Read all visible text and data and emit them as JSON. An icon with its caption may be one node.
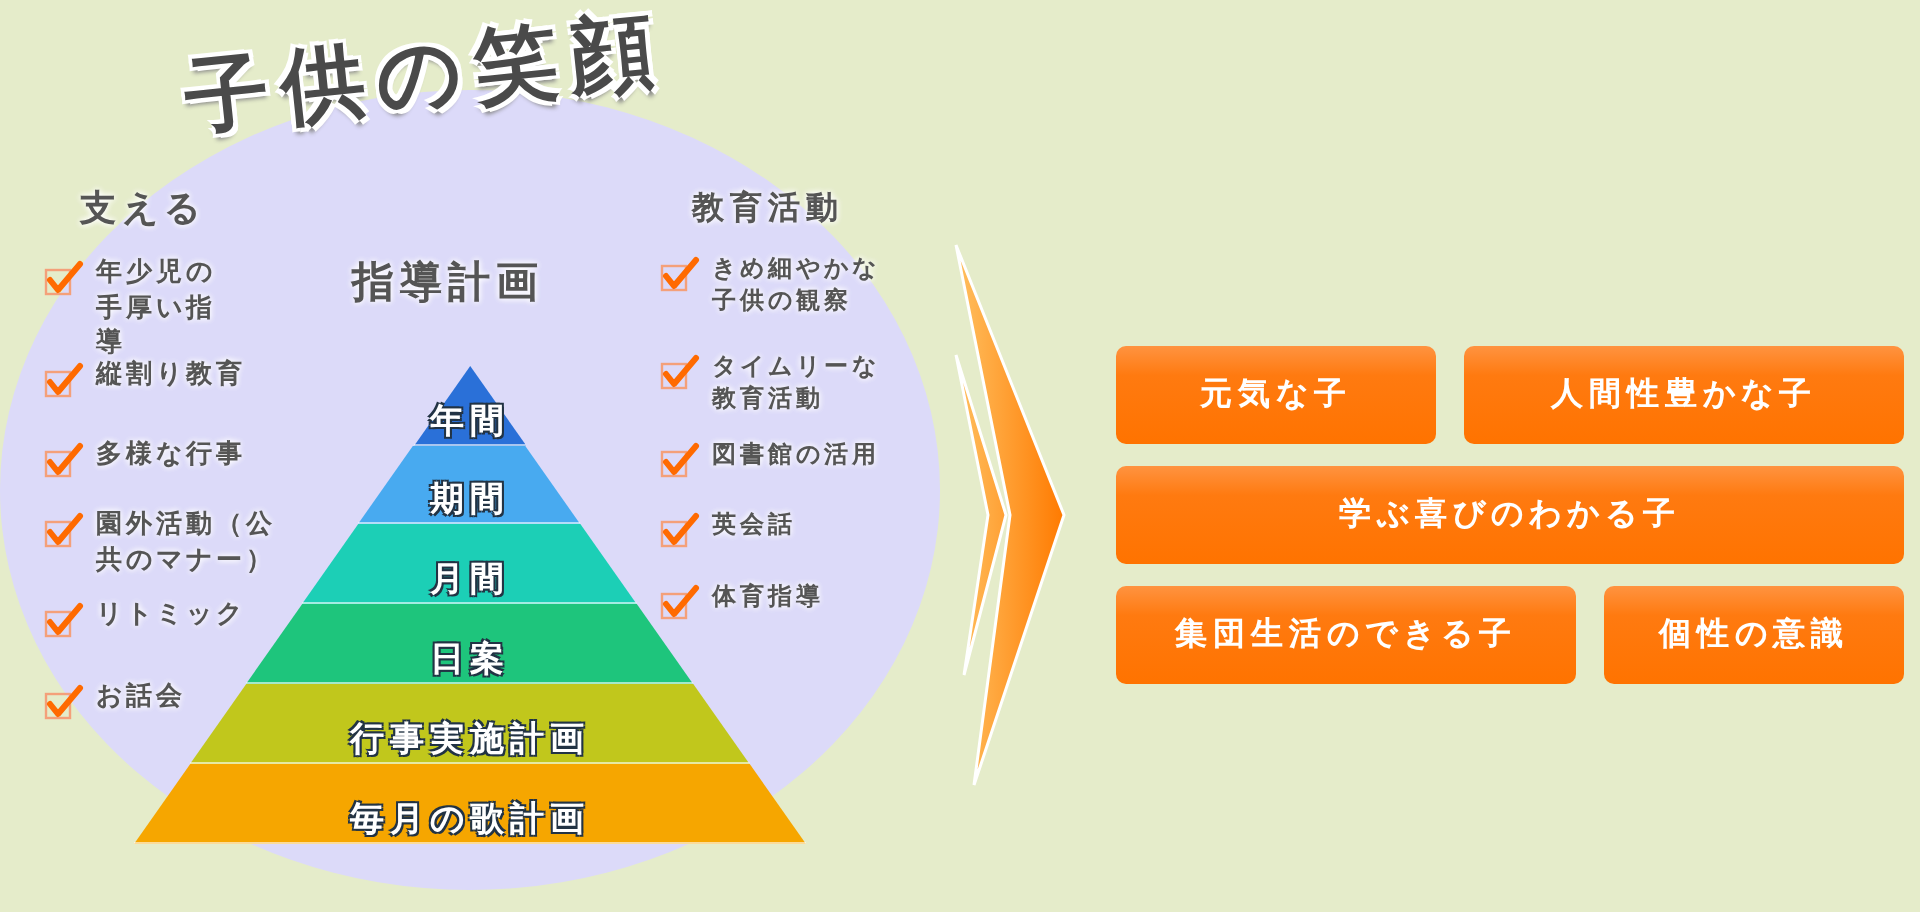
{
  "diagram": {
    "nodes": [
      {
        "text": [
          "子供の笑顔"
        ]
      },
      {
        "text": [
          "年間"
        ],
        "in": 0
      },
      {
        "text": [
          "期間"
        ],
        "in": 0
      },
      {
        "text": [
          "月間"
        ],
        "in": 0
      },
      {
        "text": [
          "日案"
        ],
        "in": 0
      },
      {
        "text": [
          "行事実施計画"
        ],
        "in": 0
      },
      {
        "text": [
          "毎月の歌計画"
        ],
        "in": 0
      },
      {
        "text": [
          "元気な子"
        ]
      },
      {
        "text": [
          "人間性豊かな子"
        ]
      },
      {
        "text": [
          "学ぶ喜びのわかる子"
        ]
      },
      {
        "text": [
          "集団生活のできる子"
        ]
      },
      {
        "text": [
          "個性の意識"
        ]
      }
    ],
    "edges": [
      {
        "from": 0,
        "to": 9,
        "arrow": "to"
      }
    ],
    "labels": [
      "支える",
      "年少児の手厚い指導",
      "縦割り教育",
      "多様な行事",
      "園外活動（公共のマナー）",
      "リトミック",
      "お話会",
      "指導計画",
      "教育活動",
      "きめ細やかな子供の観察",
      "タイムリーな教育活動",
      "図書館の活用",
      "英会話",
      "体育指導"
    ]
  }
}
